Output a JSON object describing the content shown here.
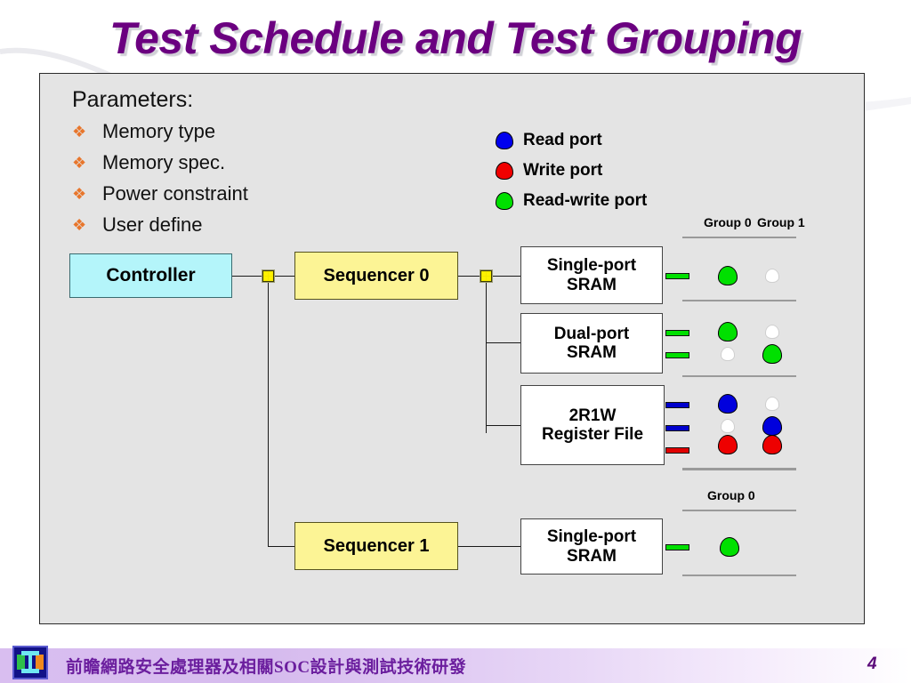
{
  "slide": {
    "title": "Test Schedule and Test Grouping",
    "title_color": "#6B0080",
    "background": "#FFFFFF",
    "content_background": "#E4E4E4"
  },
  "parameters": {
    "heading": "Parameters:",
    "bullet_glyph": "❖",
    "bullet_color": "#E8762C",
    "items": [
      {
        "label": "Memory type"
      },
      {
        "label": "Memory spec."
      },
      {
        "label": "Power constraint"
      },
      {
        "label": "User define"
      }
    ]
  },
  "legend": {
    "items": [
      {
        "label": "Read port",
        "color": "#0000EE",
        "icon": "read-port-dot"
      },
      {
        "label": "Write port",
        "color": "#F00000",
        "icon": "write-port-dot"
      },
      {
        "label": "Read-write port",
        "color": "#00E000",
        "icon": "read-write-port-dot"
      }
    ]
  },
  "diagram": {
    "controller": {
      "label": "Controller",
      "color": "#B4F5FA"
    },
    "sequencers": [
      {
        "label": "Sequencer 0",
        "color": "#FCF495"
      },
      {
        "label": "Sequencer 1",
        "color": "#FCF495"
      }
    ],
    "memories": [
      {
        "name": "single-port-sram-0",
        "line1": "Single-port",
        "line2": "SRAM",
        "ports": [
          {
            "type": "read-write",
            "color": "#00E000"
          }
        ]
      },
      {
        "name": "dual-port-sram",
        "line1": "Dual-port",
        "line2": "SRAM",
        "ports": [
          {
            "type": "read-write",
            "color": "#00E000"
          },
          {
            "type": "read-write",
            "color": "#00E000"
          }
        ]
      },
      {
        "name": "register-file-2r1w",
        "line1": "2R1W",
        "line2": "Register File",
        "ports": [
          {
            "type": "read",
            "color": "#0000CC"
          },
          {
            "type": "read",
            "color": "#0000CC"
          },
          {
            "type": "write",
            "color": "#E00000"
          }
        ]
      },
      {
        "name": "single-port-sram-1",
        "line1": "Single-port",
        "line2": "SRAM",
        "ports": [
          {
            "type": "read-write",
            "color": "#00E000"
          }
        ]
      }
    ]
  },
  "grouping": {
    "upper_headers": [
      "Group 0",
      "Group 1"
    ],
    "lower_headers": [
      "Group 0"
    ],
    "rows": [
      {
        "memory": "single-port-sram-0",
        "assignments": [
          {
            "group": "Group 0",
            "filled": true,
            "color": "#00E000"
          },
          {
            "group": "Group 1",
            "filled": false,
            "color": "#FFFFFF"
          }
        ]
      },
      {
        "memory": "dual-port-sram",
        "assignments": [
          {
            "group": "Group 0",
            "port": 1,
            "filled": true,
            "color": "#00E000"
          },
          {
            "group": "Group 1",
            "port": 1,
            "filled": false,
            "color": "#FFFFFF"
          },
          {
            "group": "Group 0",
            "port": 2,
            "filled": false,
            "color": "#FFFFFF"
          },
          {
            "group": "Group 1",
            "port": 2,
            "filled": true,
            "color": "#00E000"
          }
        ]
      },
      {
        "memory": "register-file-2r1w",
        "assignments": [
          {
            "group": "Group 0",
            "port": 1,
            "filled": true,
            "color": "#0000DD"
          },
          {
            "group": "Group 1",
            "port": 1,
            "filled": false,
            "color": "#FFFFFF"
          },
          {
            "group": "Group 0",
            "port": 2,
            "filled": false,
            "color": "#FFFFFF"
          },
          {
            "group": "Group 1",
            "port": 2,
            "filled": true,
            "color": "#0000DD"
          },
          {
            "group": "Group 0",
            "port": 3,
            "filled": true,
            "color": "#EE0000"
          },
          {
            "group": "Group 1",
            "port": 3,
            "filled": true,
            "color": "#EE0000"
          }
        ]
      },
      {
        "memory": "single-port-sram-1",
        "assignments": [
          {
            "group": "Group 0",
            "filled": true,
            "color": "#00E000"
          }
        ]
      }
    ]
  },
  "footer": {
    "project_text": "前瞻網路安全處理器及相關SOC設計與測試技術研發",
    "page_number": "4",
    "text_color": "#6B1E9E"
  }
}
